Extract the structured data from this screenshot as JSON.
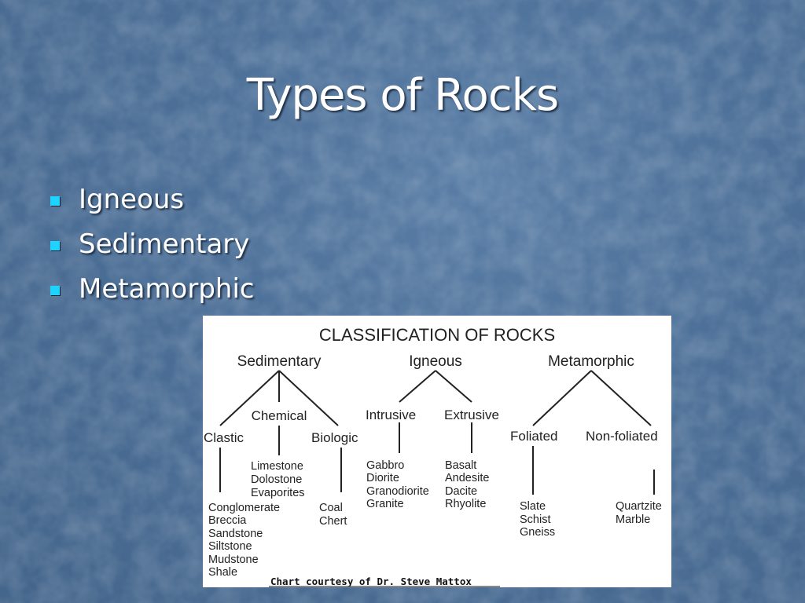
{
  "slide": {
    "title": "Types of Rocks",
    "bullets": [
      "Igneous",
      "Sedimentary",
      "Metamorphic"
    ],
    "bullet_color": "#1fd3ff",
    "background_color": "#4c6f97"
  },
  "chart": {
    "heading": "CLASSIFICATION OF ROCKS",
    "categories": {
      "sedimentary": "Sedimentary",
      "igneous": "Igneous",
      "metamorphic": "Metamorphic"
    },
    "subtypes": {
      "chemical": "Chemical",
      "clastic": "Clastic",
      "biologic": "Biologic",
      "intrusive": "Intrusive",
      "extrusive": "Extrusive",
      "foliated": "Foliated",
      "non_foliated": "Non-foliated"
    },
    "examples": {
      "chemical": [
        "Limestone",
        "Dolostone",
        "Evaporites"
      ],
      "clastic": [
        "Conglomerate",
        "Breccia",
        "Sandstone",
        "Siltstone",
        "Mudstone",
        "Shale"
      ],
      "biologic": [
        "Coal",
        "Chert"
      ],
      "intrusive": [
        "Gabbro",
        "Diorite",
        "Granodiorite",
        "Granite"
      ],
      "extrusive": [
        "Basalt",
        "Andesite",
        "Dacite",
        "Rhyolite"
      ],
      "foliated": [
        "Slate",
        "Schist",
        "Gneiss"
      ],
      "non_foliated": [
        "Quartzite",
        "Marble"
      ]
    },
    "credit": "Chart courtesy of Dr.  Steve Mattox"
  }
}
